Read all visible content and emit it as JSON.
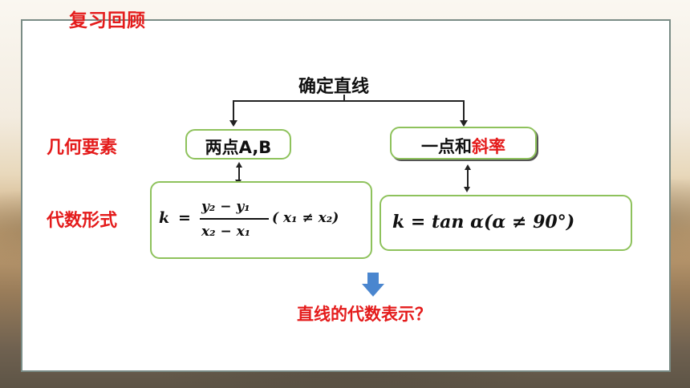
{
  "slide": {
    "title": "复习回顾",
    "root_label": "确定直线",
    "row_labels": {
      "elements": "几何要素",
      "algebraic": "代数形式"
    },
    "left_node": "两点A,B",
    "right_node_prefix": "一点和",
    "right_node_highlight": "斜率",
    "formula_left": {
      "lhs": "k",
      "eq": "=",
      "num": "y₂ − y₁",
      "den": "x₂ − x₁",
      "cond": "( x₁ ≠ x₂)"
    },
    "formula_right": "k = tan α(α ≠ 90°)",
    "question": "直线的代数表示？"
  },
  "colors": {
    "accent_red": "#e41b1b",
    "box_border": "#8ec25c",
    "arrow_blue": "#4a86cf"
  }
}
